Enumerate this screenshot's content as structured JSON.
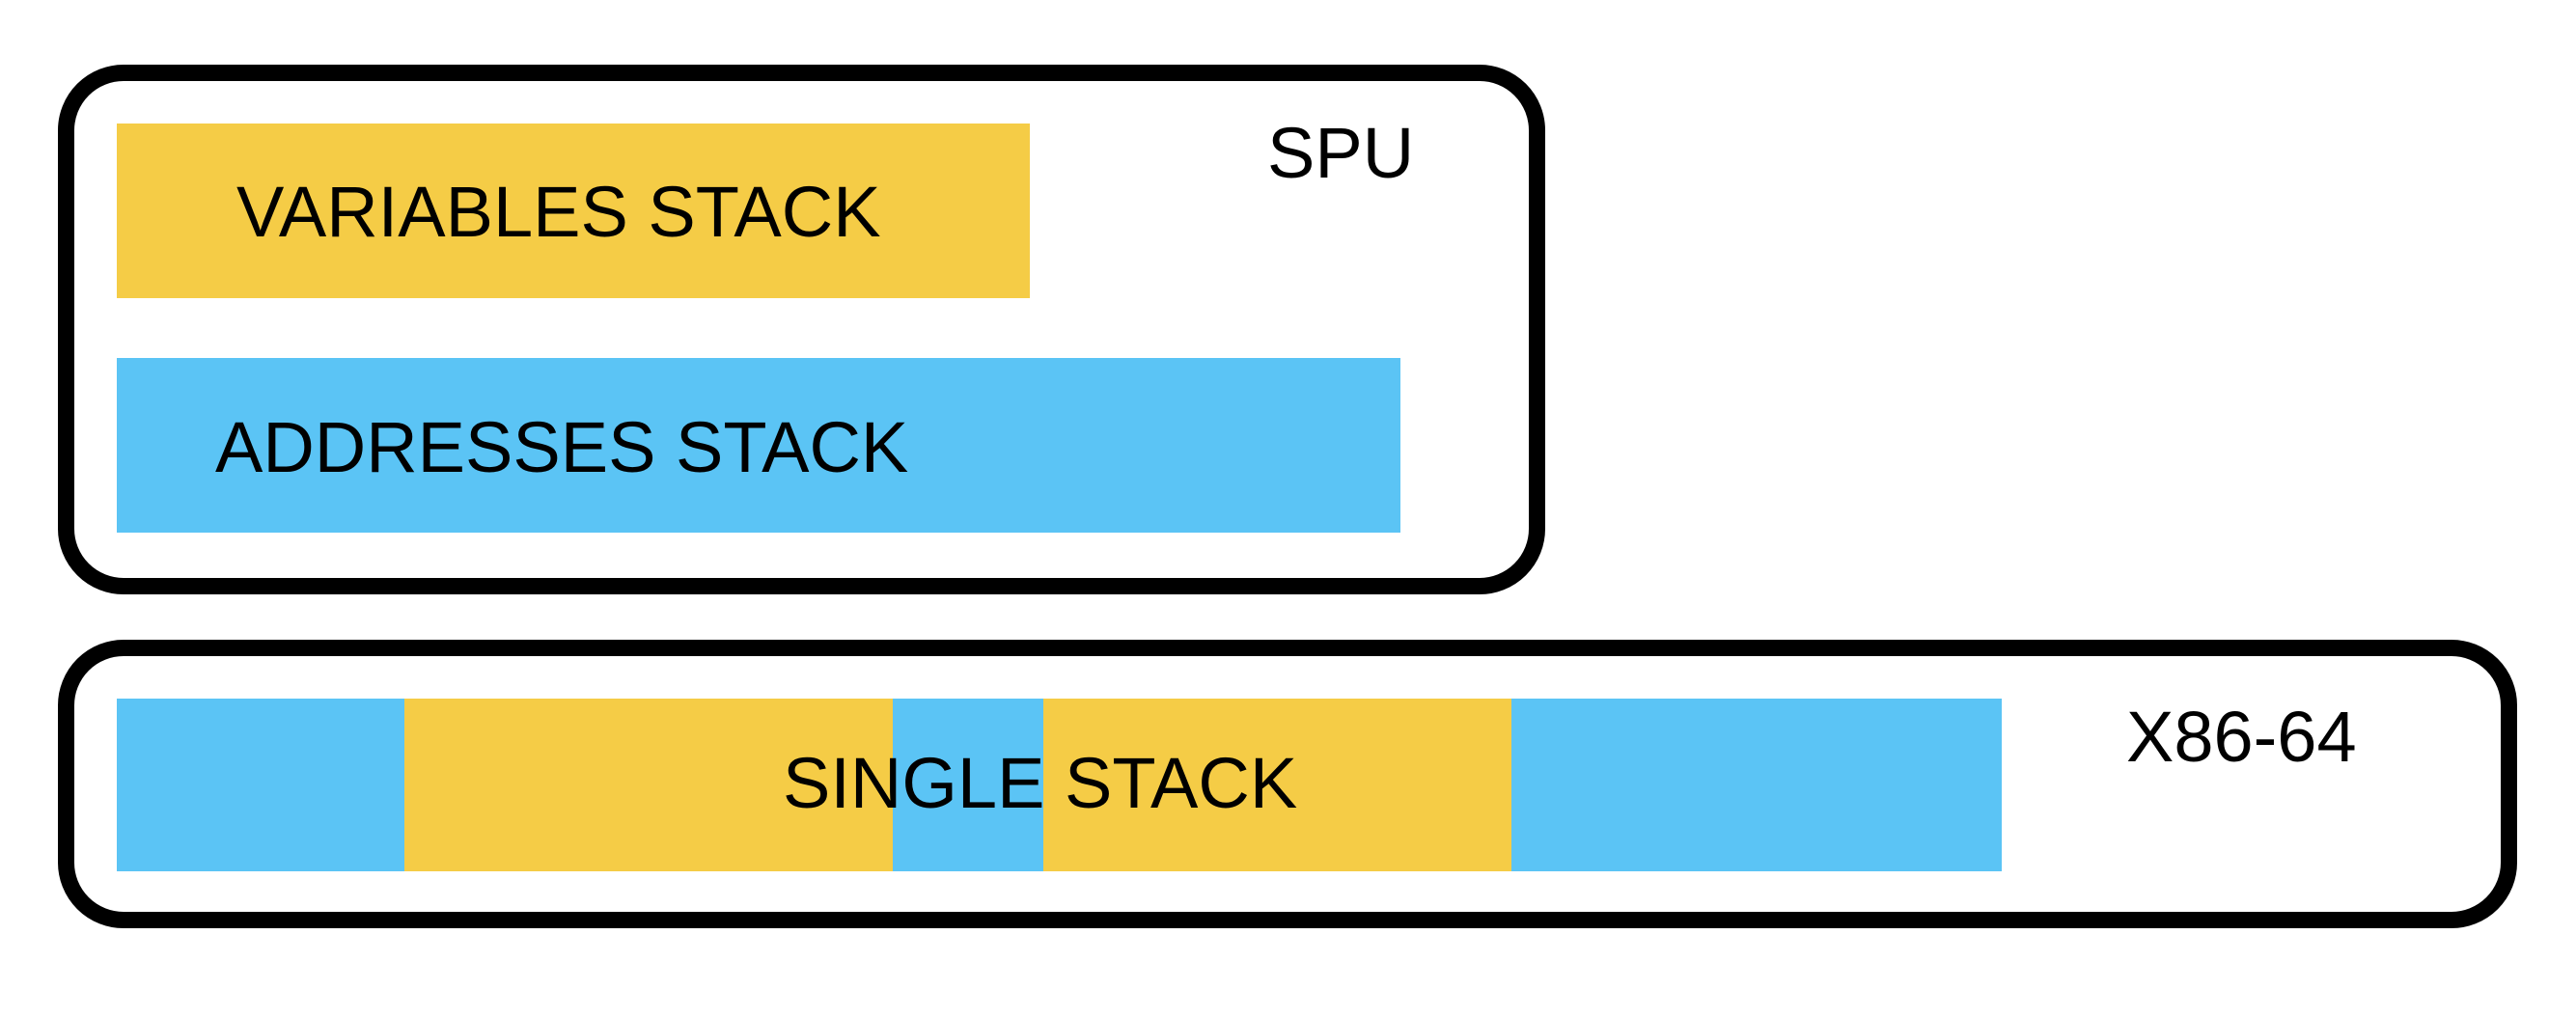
{
  "colors": {
    "yellow": "#F5CC46",
    "blue": "#5BC4F5",
    "border": "#000000",
    "background": "#FFFFFF"
  },
  "spu": {
    "title": "SPU",
    "variables_stack_label": "VARIABLES STACK",
    "addresses_stack_label": "ADDRESSES STACK"
  },
  "x86": {
    "title": "X86-64",
    "single_stack_label": "SINGLE STACK",
    "segments": [
      "blue",
      "yellow",
      "blue",
      "yellow",
      "blue"
    ]
  }
}
